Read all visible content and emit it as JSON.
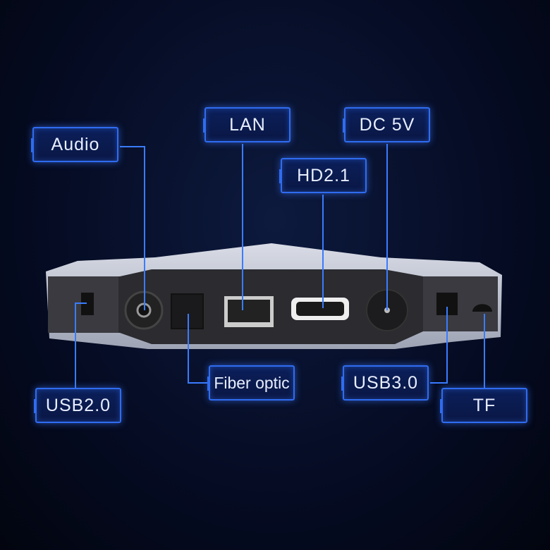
{
  "labels": {
    "audio": "Audio",
    "lan": "LAN",
    "dc": "DC 5V",
    "hdmi": "HD2.1",
    "usb2": "USB2.0",
    "fiber": "Fiber optic",
    "usb3": "USB3.0",
    "tf": "TF"
  },
  "colors": {
    "accent": "#2f6cf0",
    "background": "#050b22"
  }
}
